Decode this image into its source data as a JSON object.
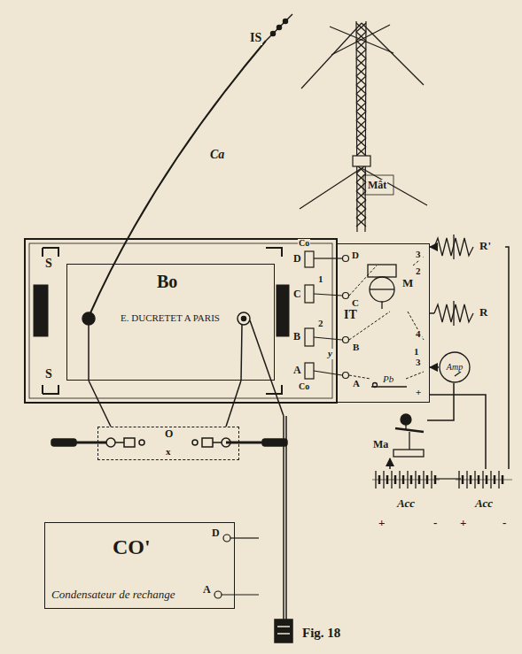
{
  "diagram": {
    "caption": "Fig. 18",
    "nodes": [
      {
        "text": [
          "Bo",
          "E. DUCRETET A PARIS"
        ]
      },
      {
        "text": [
          "IT"
        ]
      },
      {
        "text": [
          "M"
        ],
        "in": 1
      },
      {
        "text": [
          "Pb"
        ],
        "in": 1
      },
      {
        "text": [
          "R'"
        ]
      },
      {
        "text": [
          "R"
        ]
      },
      {
        "text": [
          "Amp"
        ]
      },
      {
        "text": [
          "Ma"
        ]
      },
      {
        "text": [
          "Acc"
        ]
      },
      {
        "text": [
          "Acc"
        ]
      },
      {
        "text": [
          "O"
        ]
      },
      {
        "text": [
          "CO'",
          "Condensateur de rechange"
        ]
      }
    ],
    "edges": [
      {
        "from": 0,
        "to": 10,
        "arrow": "none"
      },
      {
        "from": 0,
        "to": 10,
        "arrow": "none"
      },
      {
        "from": 4,
        "to": 1,
        "arrow": "to"
      },
      {
        "from": 5,
        "to": 1,
        "arrow": "none"
      },
      {
        "from": 6,
        "to": 1,
        "arrow": "to"
      },
      {
        "from": 7,
        "to": 6,
        "arrow": "none"
      },
      {
        "from": 8,
        "to": 7,
        "arrow": "to"
      },
      {
        "from": 9,
        "to": 4,
        "arrow": "none"
      },
      {
        "from": 1,
        "to": 9,
        "arrow": "none"
      }
    ],
    "labels": [
      "IS",
      "Ca",
      "Mât",
      "S",
      "S",
      "Co",
      "D",
      "C",
      "B",
      "A",
      "Co",
      "D",
      "C",
      "B",
      "A",
      "1",
      "2",
      "y",
      "3",
      "2",
      "1",
      "4",
      "3",
      "+",
      "D",
      "A",
      "x",
      "+",
      "-",
      "+",
      "-"
    ]
  }
}
